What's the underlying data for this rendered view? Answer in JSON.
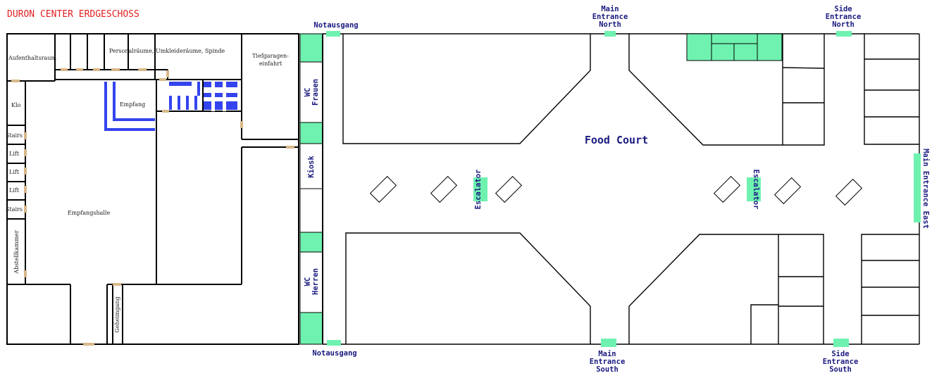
{
  "title": "DURON CENTER ERDGESCHOSS",
  "colors": {
    "title": "#e02020",
    "label": "#1a1a80",
    "walls": "#000000",
    "green": "#6ff2b0",
    "door": "#d8b88a",
    "blue": "#3344ee"
  },
  "rooms": {
    "aufenthaltsraum": "Aufenthaltsraum",
    "personal": "Personalräume, Umkleideräume, Spinde",
    "tiefgarage_line1": "Tiefgaragen-",
    "tiefgarage_line2": "einfahrt",
    "klo": "Klo",
    "empfang": "Empfang",
    "stairs_top": "Stairs",
    "lift1": "Lift",
    "lift2": "Lift",
    "lift3": "Lift",
    "stairs_bottom": "Stairs",
    "empfangshalle": "Empfangshalle",
    "abstellkammer": "Abstellkammer",
    "geheimgang": "Geheimgang"
  },
  "labels": {
    "notausgang_top": "Notausgang",
    "notausgang_bottom": "Notausgang",
    "wc_frauen_line1": "WC",
    "wc_frauen_line2": "Frauen",
    "kiosk": "Kiosk",
    "wc_herren_line1": "WC",
    "wc_herren_line2": "Herren",
    "main_north_1": "Main",
    "main_north_2": "Entrance",
    "main_north_3": "North",
    "side_north_1": "Side",
    "side_north_2": "Entrance",
    "side_north_3": "North",
    "main_south_1": "Main",
    "main_south_2": "Entrance",
    "main_south_3": "South",
    "side_south_1": "Side",
    "side_south_2": "Entrance",
    "side_south_3": "South",
    "food_court": "Food Court",
    "escalator_left": "Escalator",
    "escalator_right": "Escalator",
    "main_east": "Main Entrance East"
  }
}
